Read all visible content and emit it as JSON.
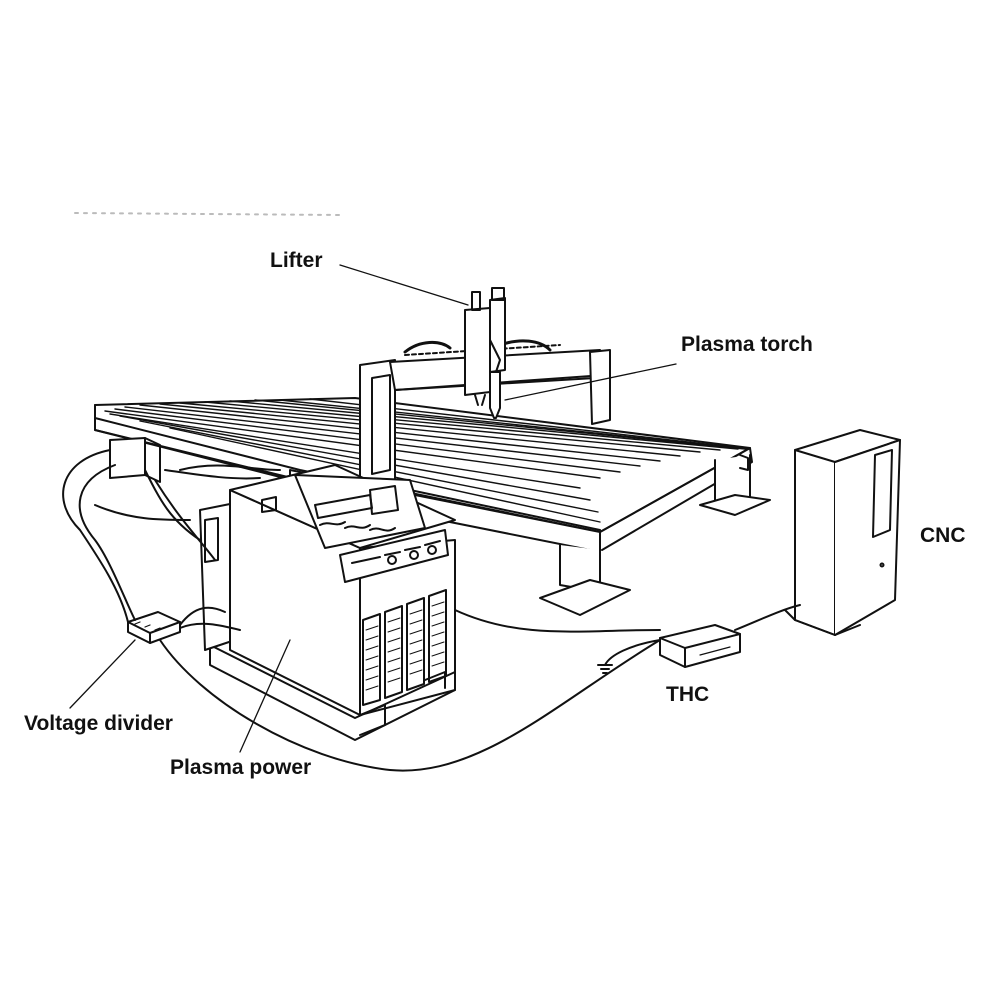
{
  "labels": {
    "lifter": "Lifter",
    "plasma_torch": "Plasma torch",
    "cnc": "CNC",
    "thc": "THC",
    "voltage_divider": "Voltage divider",
    "plasma_power": "Plasma power"
  },
  "colors": {
    "ink": "#111111",
    "background": "#ffffff"
  }
}
